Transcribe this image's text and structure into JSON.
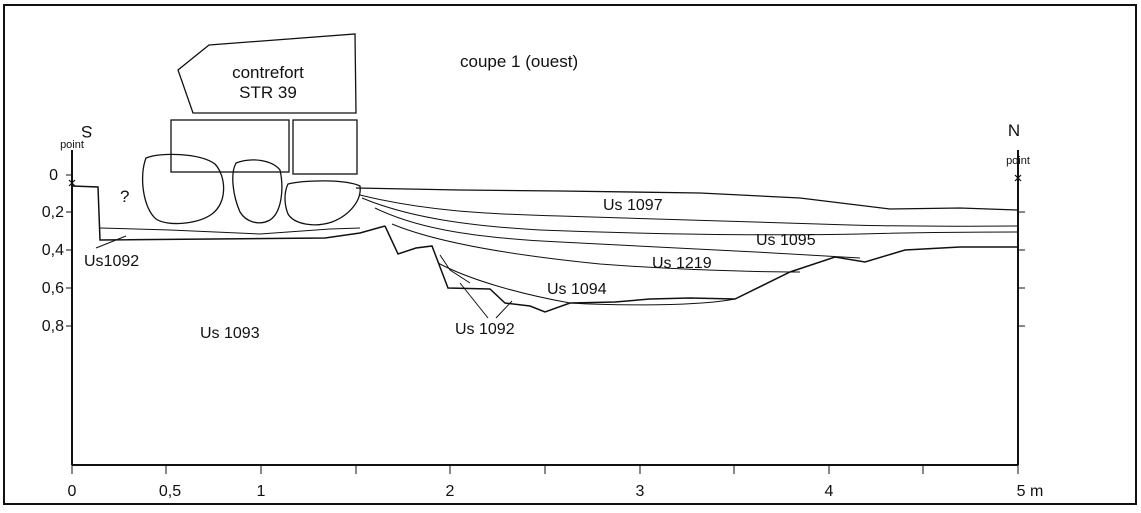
{
  "title": "coupe 1 (ouest)",
  "buttress": {
    "line1": "contrefort",
    "line2": "STR 39"
  },
  "orientation": {
    "left": "S",
    "right": "N"
  },
  "datum": {
    "left_label": "point",
    "right_label": "point"
  },
  "question_mark": "?",
  "x_axis": {
    "ticks": [
      "0",
      "0,5",
      "1",
      "2",
      "3",
      "4",
      "5 m"
    ]
  },
  "y_axis": {
    "ticks": [
      "0",
      "0,2",
      "0,4",
      "0,6",
      "0,8"
    ]
  },
  "layers": {
    "us1097": "Us 1097",
    "us1095": "Us 1095",
    "us1219": "Us 1219",
    "us1094": "Us 1094",
    "us1093": "Us 1093",
    "us1092_left": "Us1092",
    "us1092_mid": "Us 1092"
  }
}
